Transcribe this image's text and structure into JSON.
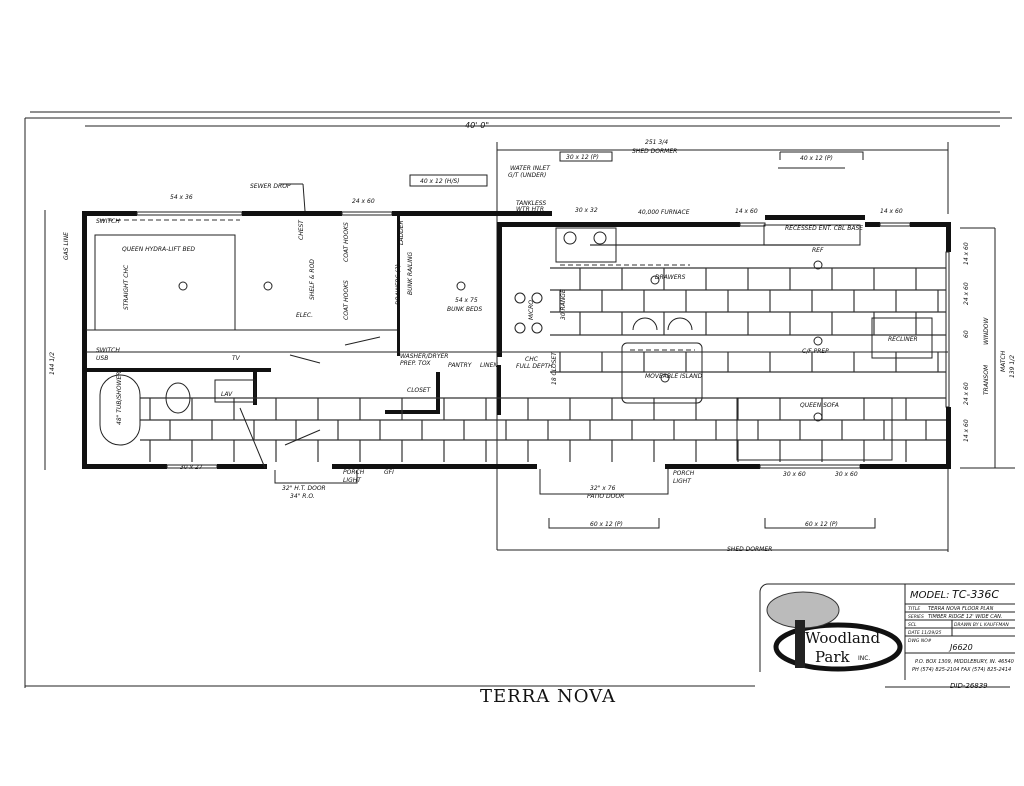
{
  "drawing": {
    "title": "TERRA NOVA",
    "overall_width": "40'-0\"",
    "dormer_top": {
      "length": "251 3/4",
      "label": "SHED DORMER"
    },
    "dormer_bottom_label": "SHED DORMER",
    "left_dims": {
      "gas_line": "GAS LINE",
      "height": "144 1/2"
    },
    "right_dims": {
      "match_label": "MATCH",
      "match_value": "139 1/2",
      "window": "WINDOW",
      "transom": "TRANSOM"
    }
  },
  "windows_top": [
    "54 x 36",
    "24 x 60",
    "30 x 32",
    "14 x 60",
    "14 x 60"
  ],
  "windows_right": [
    "14 x 60",
    "24 x 60",
    "60",
    "24 x 60",
    "14 x 60"
  ],
  "windows_bottom": [
    "30 x 27",
    "30 x 60",
    "30 x 60"
  ],
  "dormer_windows": [
    "40 x 12 (H/S)",
    "30 x 12 (P)",
    "40 x 12 (P)",
    "60 x 12 (P)",
    "60 x 12 (P)"
  ],
  "labels": {
    "sewer_drop": "SEWER DROP",
    "water_inlet_1": "WATER INLET",
    "water_inlet_2": "G/T (UNDER)",
    "tankless_1": "TANKLESS",
    "tankless_2": "WTR HTR",
    "furnace": "40,000 FURNACE",
    "recessed": "RECESSED ENT. CBL BASE",
    "queen_bed": "QUEEN HYDRA-LIFT BED",
    "straight_chc": "STRAIGHT CHC",
    "chest": "CHEST",
    "shelf_rod": "SHELF & ROD",
    "coat_hooks_1": "COAT HOOKS",
    "coat_hooks_2": "COAT HOOKS",
    "ladder": "LADDER",
    "drawers_3": "DRAWERS (3)",
    "bunk_railing": "BUNK RAILING",
    "bunk_size": "54 x 75",
    "bunk_beds": "BUNK BEDS",
    "elec": "ELEC.",
    "switch_1": "SWITCH",
    "switch_2": "SWITCH",
    "usb": "USB",
    "tv": "TV",
    "washer_1": "WASHER/DRYER",
    "washer_2": "PREP. TOX",
    "pantry": "PANTRY",
    "linen": "LINEN",
    "chc_1": "CHC",
    "chc_2": "FULL DEPTH",
    "closet_18": "18 CLOSET",
    "closet": "CLOSET",
    "lav": "LAV",
    "tub": "48\" TUB/SHOWER",
    "door_1": "32\" H.T. DOOR",
    "door_2": "34\" R.O.",
    "porch_light_1a": "PORCH",
    "porch_light_1b": "LIGHT",
    "gfi": "GFI",
    "patio_1": "32\" x 76",
    "patio_2": "PATIO DOOR",
    "porch_light_2a": "PORCH",
    "porch_light_2b": "LIGHT",
    "drawers": "DRAWERS",
    "ref": "REF",
    "micro": "MICRO",
    "range": "30 RANGE",
    "cf_prep": "C/F PREP",
    "recliner": "RECLINER",
    "island": "MOVEABLE ISLAND",
    "sofa": "QUEEN SOFA"
  },
  "title_block": {
    "model_label": "MODEL:",
    "model": "TC-336C",
    "title_label": "TITLE",
    "title": "TERRA NOVA FLOOR PLAN",
    "series_label": "SERIES",
    "series": "TIMBER RIDGE 12' WIDE CAN.",
    "scale_label": "SCL",
    "drawn_by": "DRAWN BY  L KAUFFMAN",
    "date": "DATE 11/29/25",
    "dwg_label": "DWG NO#",
    "dwg_no": "J6620",
    "address": "P.O. BOX 1309, MIDDLEBURY, IN. 46540",
    "phone": "PH (574) 825-2104  FAX (574) 825-2414",
    "did": "DID-26839",
    "logo_line1": "Woodland",
    "logo_line2": "Park",
    "logo_inc": "INC."
  }
}
